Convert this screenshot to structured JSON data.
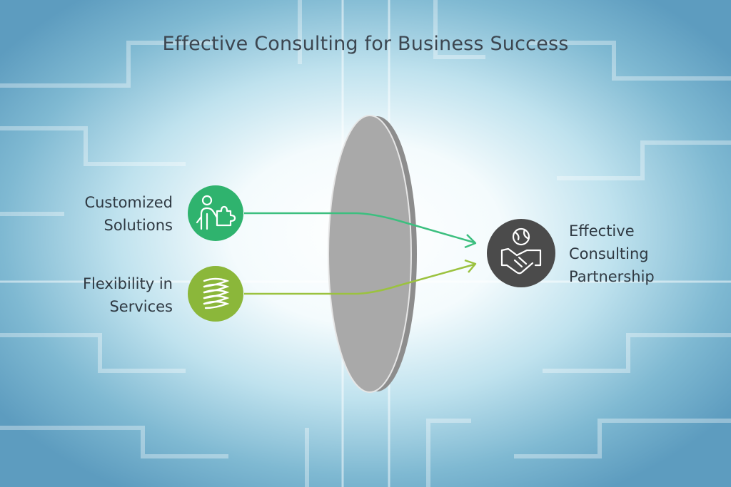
{
  "title": "Effective Consulting for Business Success",
  "inputs": [
    {
      "line1": "Customized",
      "line2": "Solutions",
      "icon": "puzzle-person-icon",
      "color": "#2fb36e"
    },
    {
      "line1": "Flexibility in",
      "line2": "Services",
      "icon": "spring-coil-icon",
      "color": "#8bb73a"
    }
  ],
  "output": {
    "line1": "Effective",
    "line2": "Consulting",
    "line3": "Partnership",
    "icon": "handshake-icon",
    "color": "#4b4b4b"
  },
  "lens": {
    "color": "#a9a9a9"
  }
}
